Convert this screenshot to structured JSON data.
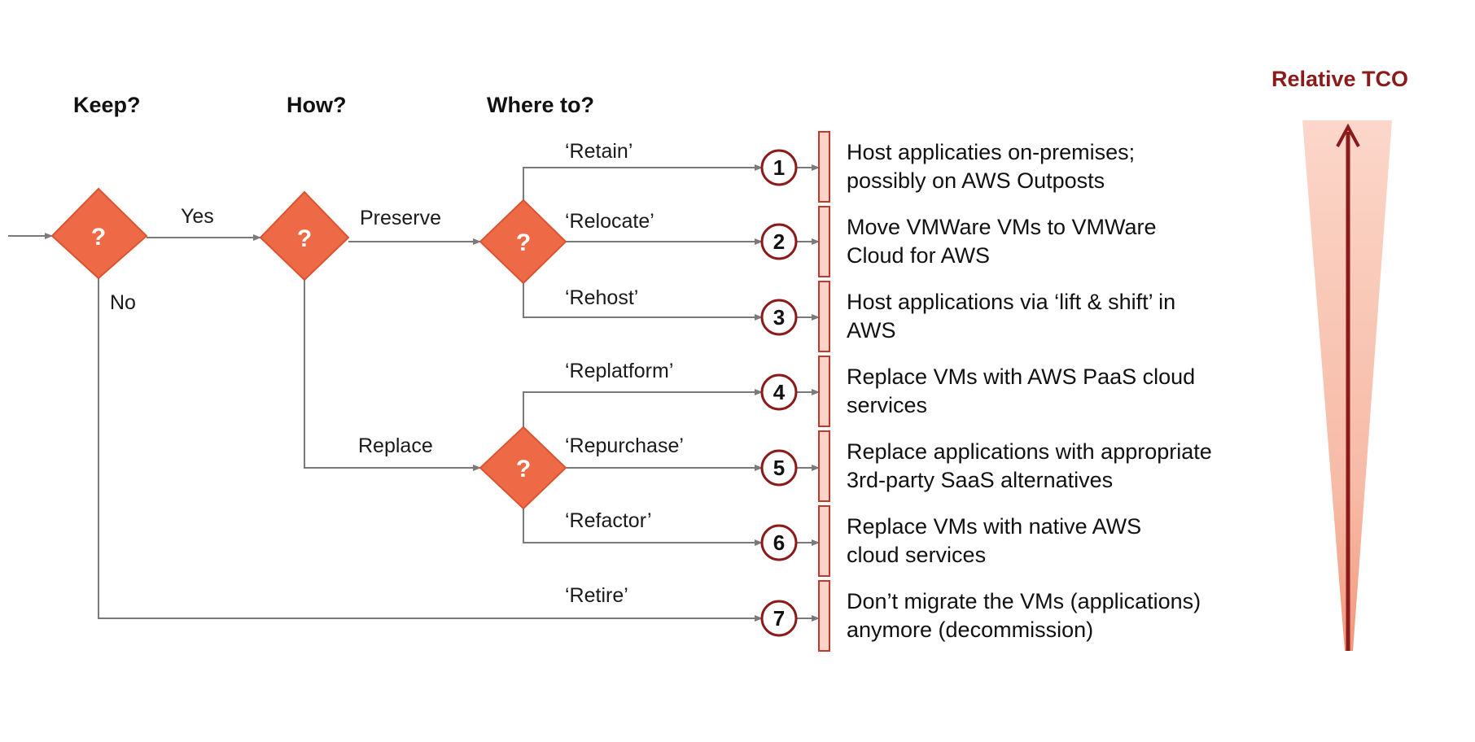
{
  "headers": {
    "keep": "Keep?",
    "how": "How?",
    "where": "Where to?"
  },
  "tco_label": "Relative TCO",
  "decisions": {
    "keep": "?",
    "how": "?",
    "where_preserve": "?",
    "where_replace": "?"
  },
  "branch_labels": {
    "yes": "Yes",
    "no": "No",
    "preserve": "Preserve",
    "replace": "Replace"
  },
  "strategies": [
    {
      "number": "1",
      "name": "‘Retain’",
      "desc": [
        "Host applicaties on-premises;",
        "possibly on AWS Outposts"
      ]
    },
    {
      "number": "2",
      "name": "‘Relocate’",
      "desc": [
        "Move VMWare VMs to VMWare",
        "Cloud for AWS"
      ]
    },
    {
      "number": "3",
      "name": "‘Rehost’",
      "desc": [
        "Host applications via ‘lift & shift’ in",
        "AWS"
      ]
    },
    {
      "number": "4",
      "name": "‘Replatform’",
      "desc": [
        "Replace VMs with AWS PaaS cloud",
        "services"
      ]
    },
    {
      "number": "5",
      "name": "‘Repurchase’",
      "desc": [
        "Replace applications with appropriate",
        "3rd-party SaaS alternatives"
      ]
    },
    {
      "number": "6",
      "name": "‘Refactor’",
      "desc": [
        "Replace VMs with native AWS",
        "cloud services"
      ]
    },
    {
      "number": "7",
      "name": "‘Retire’",
      "desc": [
        "Don’t migrate the VMs (applications)",
        "anymore (decommission)"
      ]
    }
  ],
  "colors": {
    "diamond": "#ee6a47",
    "diamond_stroke": "#d9542f",
    "line": "#7a7a7a",
    "circle_stroke": "#8b1a1a",
    "bar_fill": "#fbd3c7",
    "bar_stroke": "#c0392b",
    "tco_arrow": "#8b1a1a",
    "tco_wedge": "#f4a489"
  }
}
